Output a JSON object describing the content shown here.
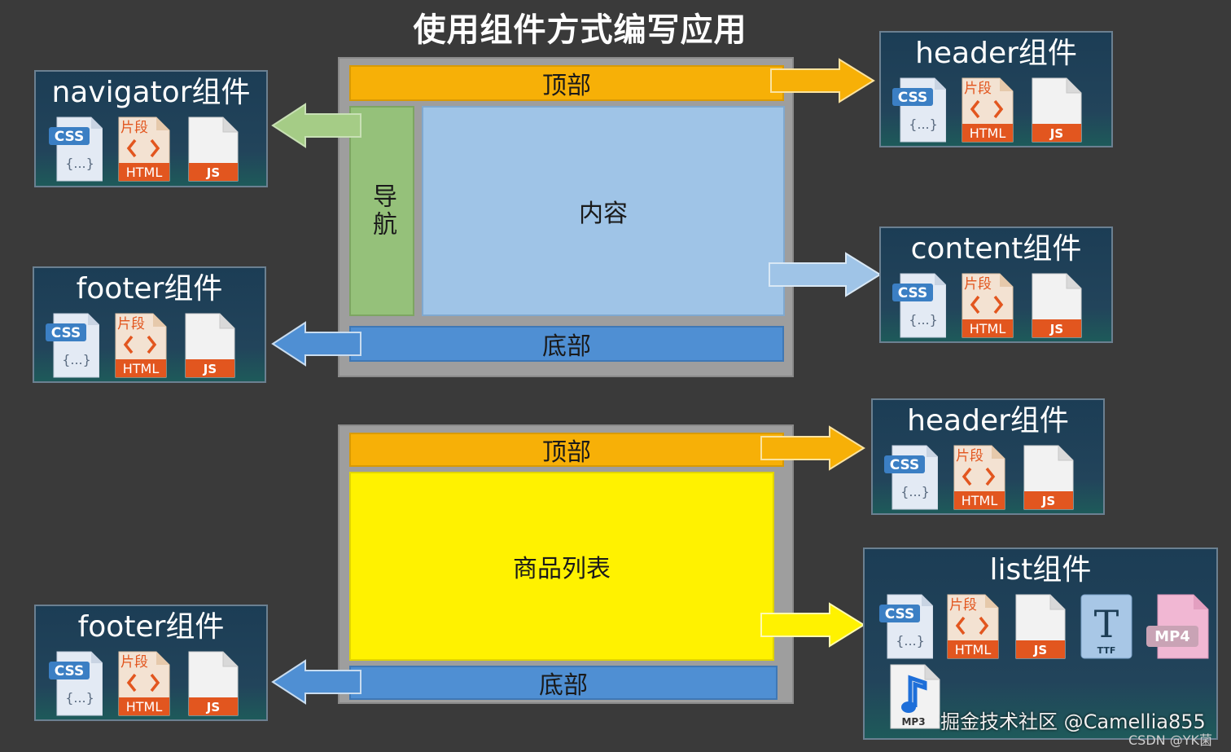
{
  "title": "使用组件方式编写应用",
  "layout1": {
    "top_label": "顶部",
    "nav_label": "导航",
    "content_label": "内容",
    "bottom_label": "底部"
  },
  "layout2": {
    "top_label": "顶部",
    "list_label": "商品列表",
    "bottom_label": "底部"
  },
  "components": {
    "navigator": "navigator组件",
    "footer1": "footer组件",
    "header1": "header组件",
    "content": "content组件",
    "header2": "header组件",
    "list": "list组件",
    "footer2": "footer组件"
  },
  "file_labels": {
    "css": "CSS",
    "css_body": "{...}",
    "html_top": "片段",
    "html": "HTML",
    "js": "JS",
    "ttf": "TTF",
    "mp4": "MP4",
    "mp3": "MP3"
  },
  "watermark": "掘金技术社区 @Camellia855",
  "credit": "CSDN @YK菌",
  "colors": {
    "top": "#f7b007",
    "bottom": "#4f8fd3",
    "nav": "#95c17a",
    "content": "#9fc4e7",
    "list": "#fff200"
  }
}
